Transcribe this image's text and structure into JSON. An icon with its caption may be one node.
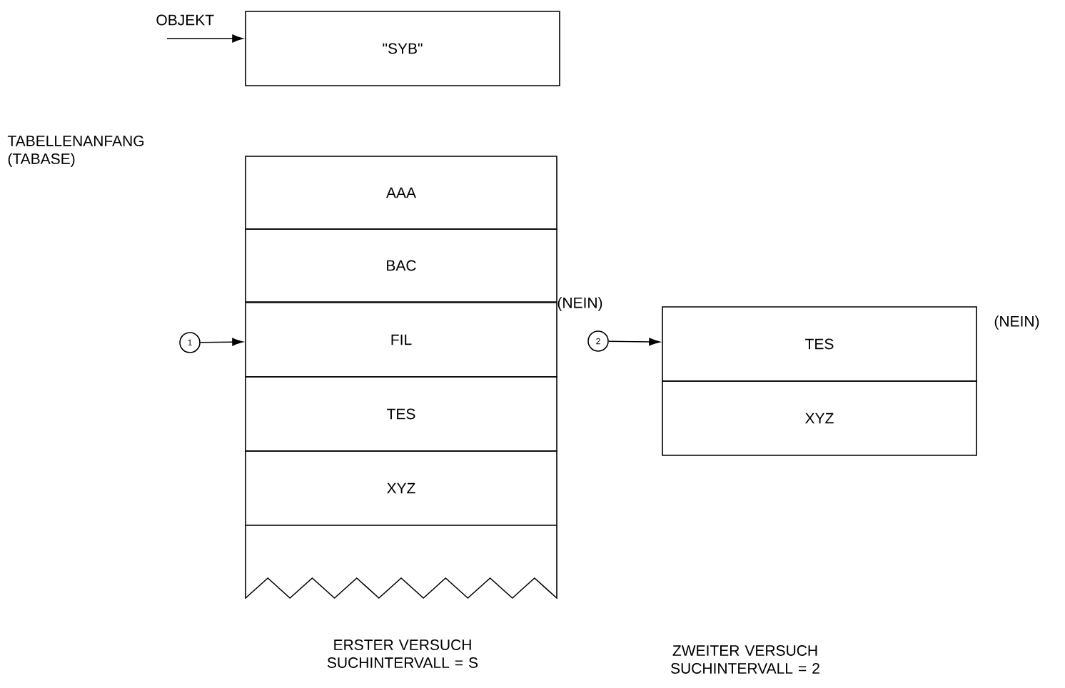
{
  "diagram": {
    "nodes": [
      {
        "text": [
          "\"SYB\""
        ]
      },
      {
        "text": [
          "AAA"
        ]
      },
      {
        "text": [
          "BAC"
        ]
      },
      {
        "text": [
          "FIL"
        ]
      },
      {
        "text": [
          "TES"
        ]
      },
      {
        "text": [
          "XYZ"
        ]
      },
      {
        "text": [],
        "shape": "box"
      },
      {
        "text": [
          "1"
        ]
      },
      {
        "text": [
          "2"
        ]
      },
      {
        "text": [
          "TES"
        ],
        "beside": [
          "(NEIN)"
        ]
      },
      {
        "text": [
          "XYZ"
        ]
      }
    ],
    "edges": [
      {
        "from": null,
        "to": 0,
        "arrow": "to",
        "label": "OBJEKT"
      },
      {
        "from": 7,
        "to": 3,
        "arrow": "to"
      },
      {
        "from": 8,
        "to": 9,
        "arrow": "to"
      }
    ],
    "labels": [
      "TABELLENANFANG (TABASE)",
      "(NEIN)",
      "ERSTER VERSUCH SUCHINTERVALL = S",
      "ZWEITER VERSUCH SUCHINTERVALL = 2"
    ]
  }
}
